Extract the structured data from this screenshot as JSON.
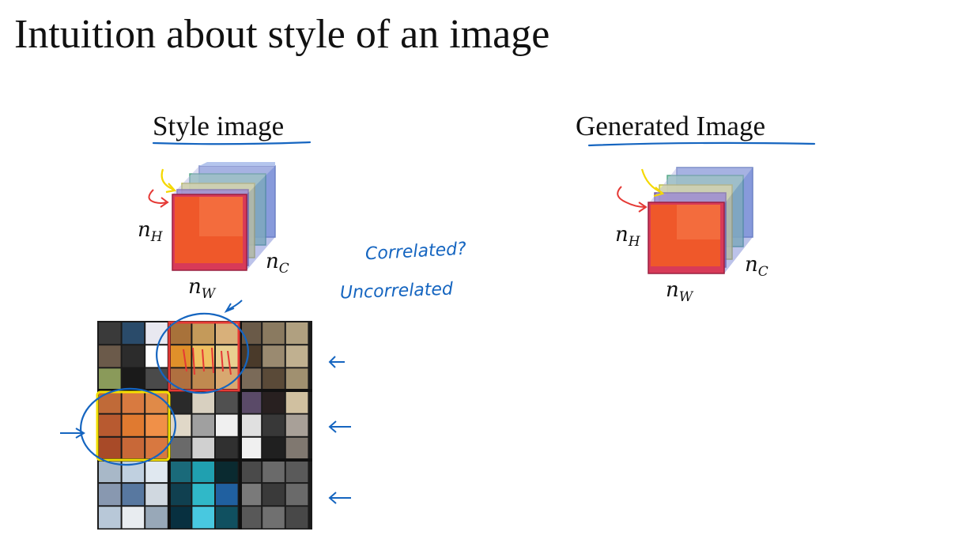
{
  "slide": {
    "title": "Intuition about style of an image",
    "style_heading": "Style image",
    "generated_heading": "Generated Image"
  },
  "style_volume": {
    "n_h": "n",
    "n_h_sub": "H",
    "n_w": "n",
    "n_w_sub": "W",
    "n_c": "n",
    "n_c_sub": "C"
  },
  "generated_volume": {
    "n_h": "n",
    "n_h_sub": "H",
    "n_w": "n",
    "n_w_sub": "W",
    "n_c": "n",
    "n_c_sub": "C"
  },
  "annotations": {
    "correlated": "Correlated?",
    "uncorrelated": "Uncorrelated",
    "row_arrow": "←",
    "left_arrow": "→"
  },
  "colors": {
    "annotation_blue": "#1565c0",
    "highlight_red": "#e53935",
    "highlight_yellow": "#f5e000",
    "slice_orange": "#f05a28",
    "slice_yellow": "#eeee88",
    "slice_green": "#8fd0b0",
    "slice_blue": "#8fa8e0"
  }
}
